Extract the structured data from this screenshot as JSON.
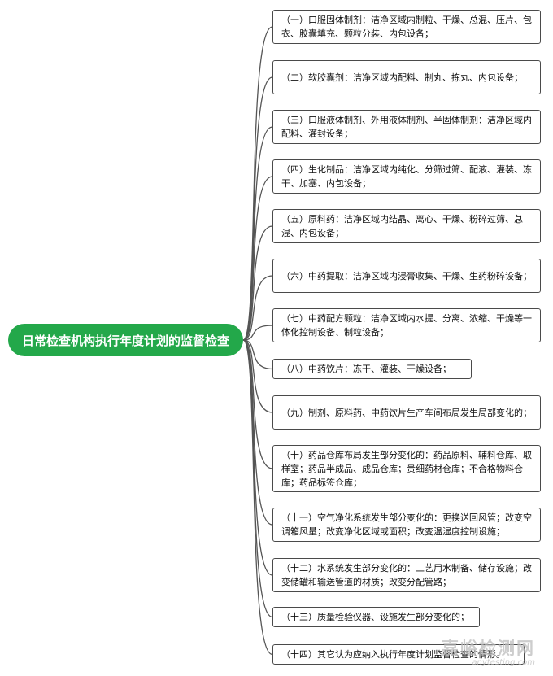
{
  "root_label": "日常检查机构执行年度计划的监督检查",
  "branches": [
    "（一）口服固体制剂：洁净区域内制粒、干燥、总混、压片、包衣、胶囊填充、颗粒分装、内包设备；",
    "（二）软胶囊剂：洁净区域内配料、制丸、拣丸、内包设备；",
    "（三）口服液体制剂、外用液体制剂、半固体制剂：洁净区域内配料、灌封设备；",
    "（四）生化制品：洁净区域内纯化、分筛过筛、配液、灌装、冻干、加塞、内包设备；",
    "（五）原料药：洁净区域内结晶、离心、干燥、粉碎过筛、总混、内包设备；",
    "（六）中药提取：洁净区域内浸膏收集、干燥、生药粉碎设备；",
    "（七）中药配方颗粒：洁净区域内水提、分离、浓缩、干燥等一体化控制设备、制粒设备；",
    "（八）中药饮片：冻干、灌装、干燥设备；",
    "（九）制剂、原料药、中药饮片生产车间布局发生局部变化的；",
    "（十）药品仓库布局发生部分变化的：药品原料、辅料仓库、取样室；药品半成品、成品仓库；贵细药材仓库；不合格物料仓库；药品标签仓库；",
    "（十一）空气净化系统发生部分变化的：更换送回风管；改变空调箱风量；改变净化区域或面积；改变温湿度控制设施；",
    "（十二）水系统发生部分变化的：工艺用水制备、储存设施；改变储罐和输送管道的材质；改变分配管路；",
    "（十三）质量检验仪器、设施发生部分变化的；",
    "（十四）其它认为应纳入执行年度计划监督检查的情形。"
  ],
  "watermark": {
    "main": "嘉峪检测网",
    "sub": "anytesting.com"
  },
  "colors": {
    "root_fill": "#23a84a",
    "connector": "#555555",
    "node_border": "#4a4a4a"
  }
}
